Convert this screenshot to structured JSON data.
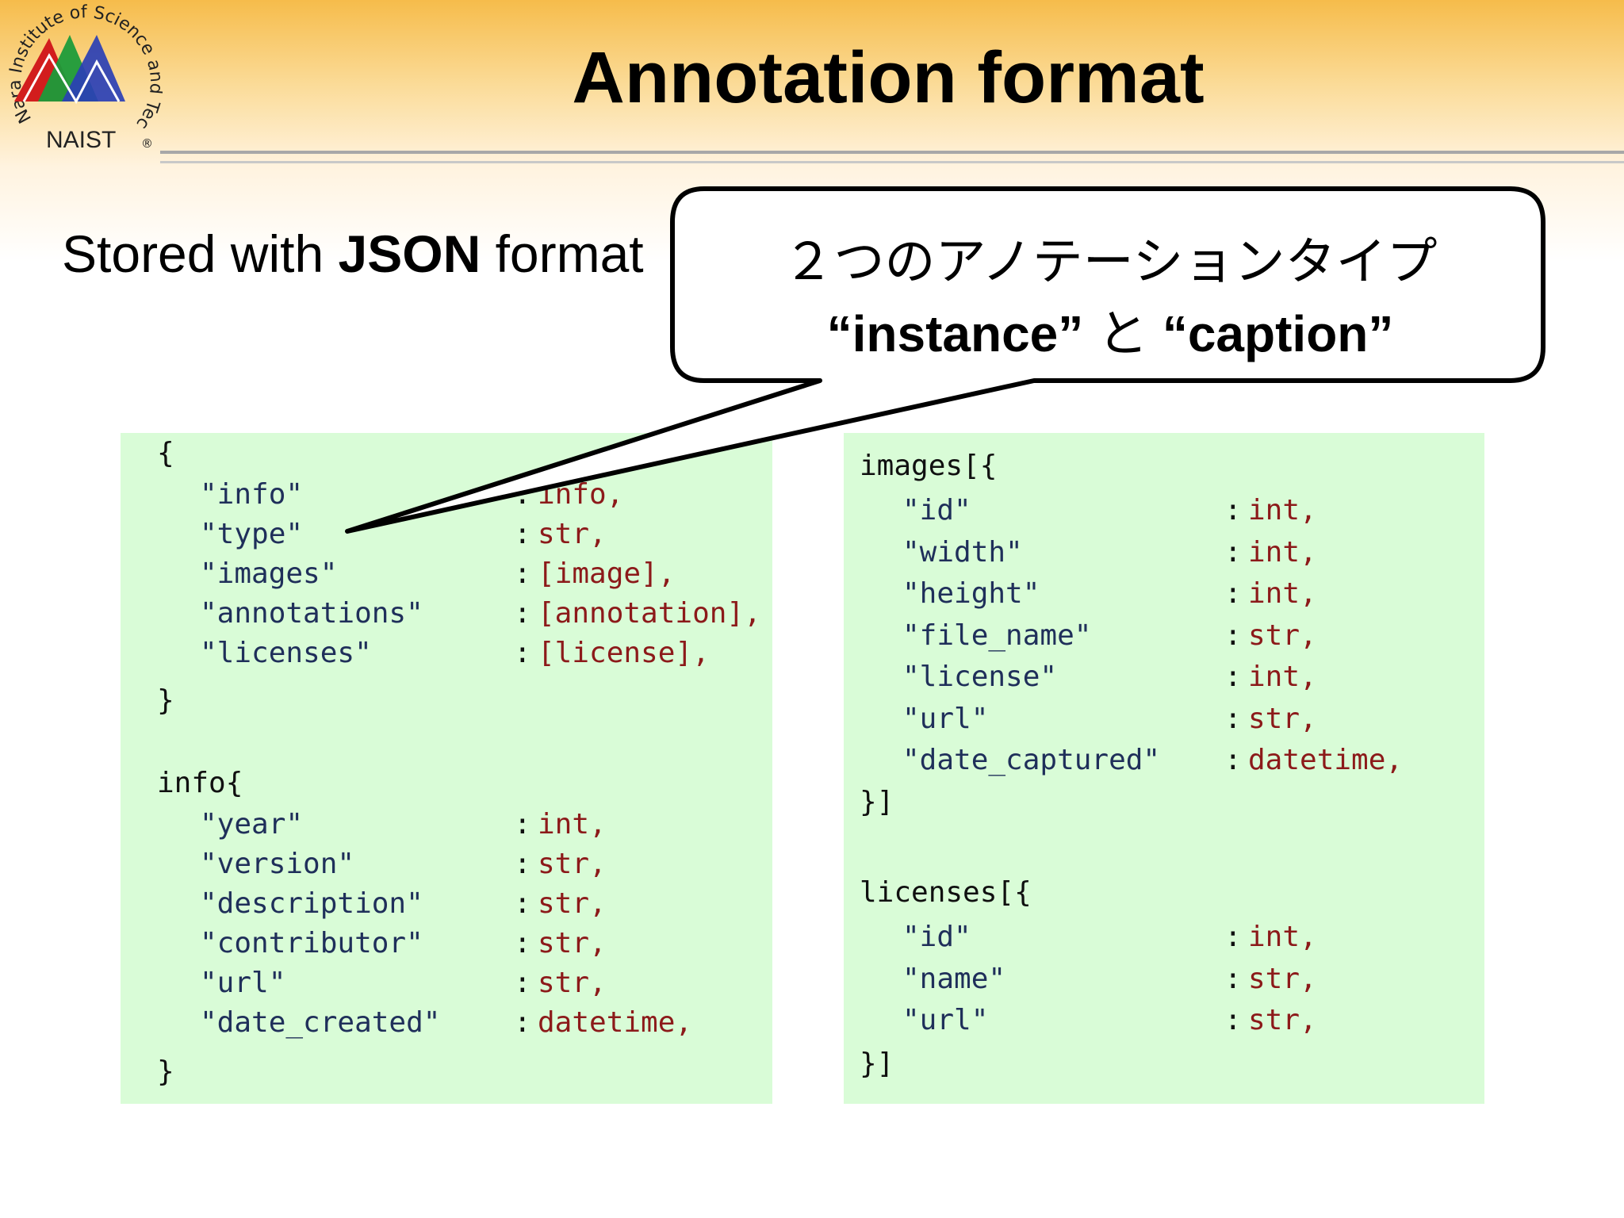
{
  "header": {
    "title": "Annotation format",
    "logo": {
      "ring_text": "Nara Institute of Science and Technology",
      "name": "NAIST",
      "reg_mark": "®"
    }
  },
  "subtitle": {
    "prefix": "Stored with ",
    "bold": "JSON",
    "suffix": " format"
  },
  "callout": {
    "line1": "２つのアノテーションタイプ",
    "q1": "“instance”",
    "joiner": " と ",
    "q2": "“caption”"
  },
  "left_panel": {
    "root_open": "{",
    "root_fields": [
      {
        "key": "\"info\"",
        "type": "info,"
      },
      {
        "key": "\"type\"",
        "type": "str,"
      },
      {
        "key": "\"images\"",
        "type": "[image],"
      },
      {
        "key": "\"annotations\"",
        "type": "[annotation],"
      },
      {
        "key": "\"licenses\"",
        "type": "[license],"
      }
    ],
    "root_close": "}",
    "info_open": "info{",
    "info_fields": [
      {
        "key": "\"year\"",
        "type": "int,"
      },
      {
        "key": "\"version\"",
        "type": "str,"
      },
      {
        "key": "\"description\"",
        "type": "str,"
      },
      {
        "key": "\"contributor\"",
        "type": "str,"
      },
      {
        "key": "\"url\"",
        "type": "str,"
      },
      {
        "key": "\"date_created\"",
        "type": "datetime,"
      }
    ],
    "info_close": "}"
  },
  "right_panel": {
    "images_open": "images[{",
    "images_fields": [
      {
        "key": "\"id\"",
        "type": "int,"
      },
      {
        "key": "\"width\"",
        "type": "int,"
      },
      {
        "key": "\"height\"",
        "type": "int,"
      },
      {
        "key": "\"file_name\"",
        "type": "str,"
      },
      {
        "key": "\"license\"",
        "type": "int,"
      },
      {
        "key": "\"url\"",
        "type": "str,"
      },
      {
        "key": "\"date_captured\"",
        "type": "datetime,"
      }
    ],
    "images_close": "}]",
    "licenses_open": "licenses[{",
    "licenses_fields": [
      {
        "key": "\"id\"",
        "type": "int,"
      },
      {
        "key": "\"name\"",
        "type": "str,"
      },
      {
        "key": "\"url\"",
        "type": "str,"
      }
    ],
    "licenses_close": "}]"
  },
  "colors": {
    "code_bg": "#d9fcd7",
    "type_color": "#8c1a1a",
    "key_color": "#1f2f5a",
    "header_gradient_top": "#f6bc4b"
  }
}
